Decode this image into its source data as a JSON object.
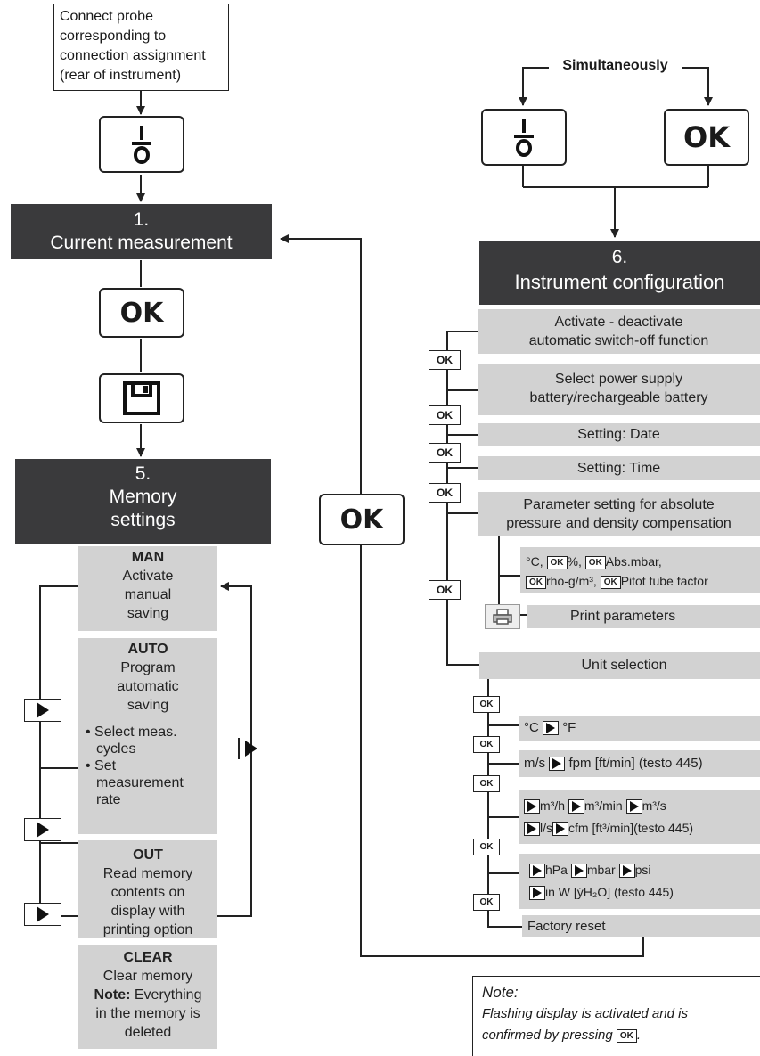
{
  "probe_note": "Connect probe corresponding to connection assignment (rear of instrument)",
  "simultaneously_label": "Simultaneously",
  "ok_label": "OK",
  "current_measurement": {
    "number": "1.",
    "title": "Current measurement"
  },
  "memory_settings": {
    "number": "5.",
    "title_line1": "Memory",
    "title_line2": "settings"
  },
  "instrument_configuration": {
    "number": "6.",
    "title": "Instrument configuration"
  },
  "memory_modes": [
    {
      "name": "MAN",
      "line1": "Activate",
      "line2": "manual",
      "line3": "saving"
    },
    {
      "name": "AUTO",
      "line1": "Program",
      "line2": "automatic",
      "line3": "saving",
      "bullet1a": "• Select meas.",
      "bullet1b": "cycles",
      "bullet2a": "• Set",
      "bullet2b": "measurement",
      "bullet2c": "rate"
    },
    {
      "name": "OUT",
      "line1": "Read memory",
      "line2": "contents on",
      "line3": "display with",
      "line4": "printing option"
    },
    {
      "name": "CLEAR",
      "line1": "Clear memory",
      "note_label": "Note:",
      "line2": " Everything",
      "line3": "in the memory is",
      "line4": "deleted"
    }
  ],
  "config_items": {
    "auto_off_1": "Activate - deactivate",
    "auto_off_2": "automatic switch-off function",
    "power_1": "Select power supply",
    "power_2": "battery/rechargeable battery",
    "date": "Setting: Date",
    "time": "Setting: Time",
    "param_1": "Parameter setting for absolute",
    "param_2": "pressure and density compensation",
    "param_units_a1": "°C, ",
    "param_units_a2": "%, ",
    "param_units_a3": "Abs.mbar,",
    "param_units_b1": "rho-g/m³, ",
    "param_units_b2": "Pitot tube factor",
    "print_params": "Print parameters",
    "unit_selection": "Unit selection",
    "temp_a": "°C",
    "temp_b": "°F",
    "vel_a": "m/s",
    "vel_b": "fpm [ft/min] (testo 445)",
    "flow_1a": "m³/h",
    "flow_1b": "m³/min",
    "flow_1c": "m³/s",
    "flow_2a": "l/s",
    "flow_2b": "cfm [ft³/min](testo 445)",
    "press_1a": "hPa",
    "press_1b": "mbar",
    "press_1c": "psi",
    "press_2a": "in W [ýH₂O] (testo 445)",
    "factory_reset": "Factory reset"
  },
  "note": {
    "title": "Note:",
    "line1": "Flashing display is activated and is",
    "line2": "confirmed by pressing",
    "line2_end": "."
  }
}
